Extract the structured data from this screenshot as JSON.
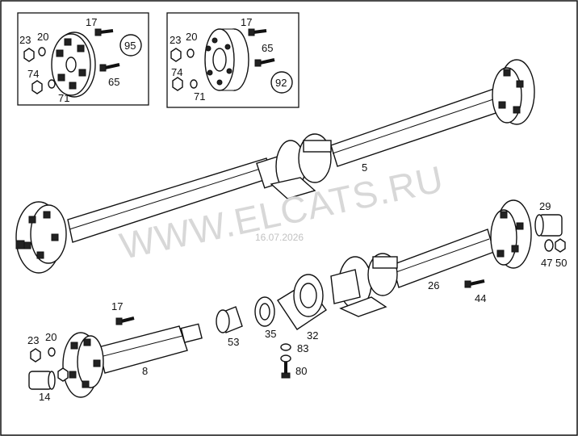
{
  "watermark": "WWW.ELCATS.RU",
  "date_stamp": "16.07.2026",
  "inset_left": {
    "labels": [
      "17",
      "23",
      "20",
      "74",
      "71",
      "65"
    ],
    "callout": "95"
  },
  "inset_right": {
    "labels": [
      "17",
      "23",
      "20",
      "65",
      "74",
      "71"
    ],
    "callout": "92"
  },
  "parts": {
    "p5": "5",
    "p29": "29",
    "p47": "47",
    "p50": "50",
    "p26": "26",
    "p44": "44",
    "p17": "17",
    "p23": "23",
    "p20": "20",
    "p14": "14",
    "p8": "8",
    "p53": "53",
    "p35": "35",
    "p32": "32",
    "p83": "83",
    "p80": "80"
  }
}
